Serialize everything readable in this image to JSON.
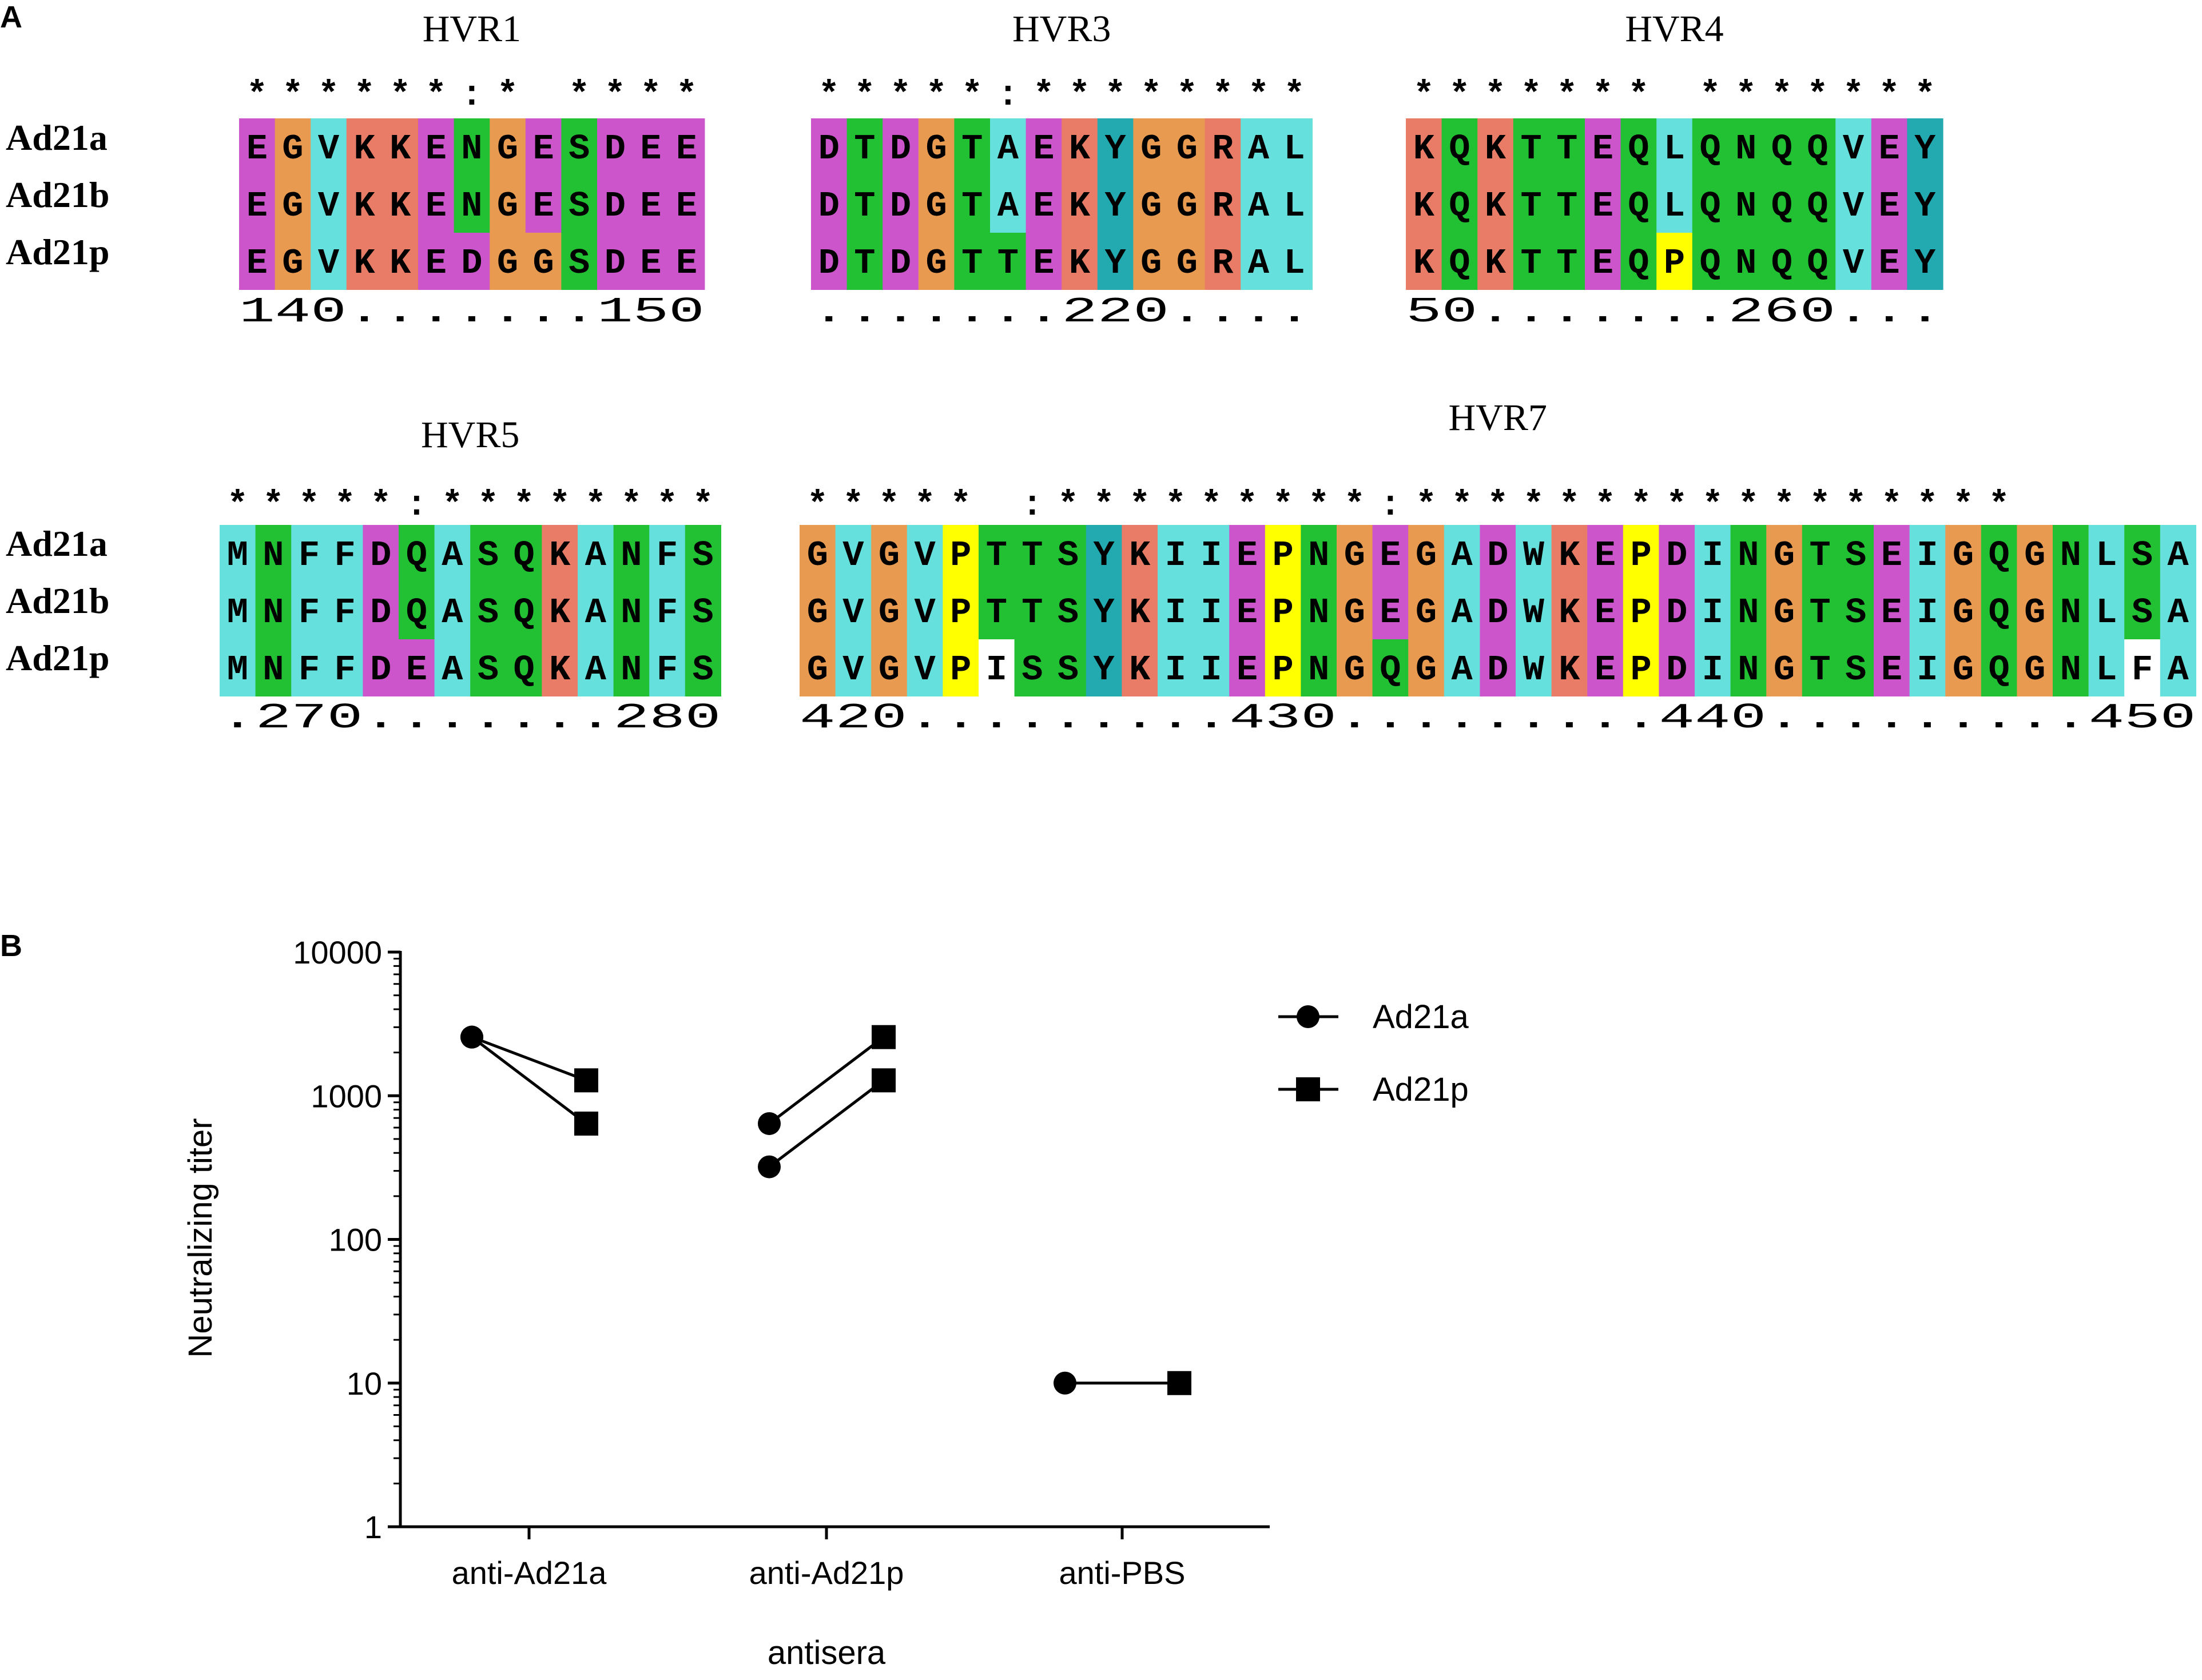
{
  "panel_a": {
    "label": "A",
    "colors": {
      "magenta": "#cc55cc",
      "orange": "#e89a50",
      "cyan": "#66e0dc",
      "salmon": "#e87c66",
      "green": "#22c033",
      "teal": "#22aab0",
      "yellow": "#ffff00",
      "white": "#ffffff"
    },
    "blocks": [
      {
        "title": "HVR1",
        "conservation": "******:* ****",
        "ruler": "140.......150",
        "rows": [
          {
            "name": "Ad21a",
            "seq": "EGVKKENGESDEE"
          },
          {
            "name": "Ad21b",
            "seq": "EGVKKENGESDEE"
          },
          {
            "name": "Ad21p",
            "seq": "EGVKKEDGGSDEE"
          }
        ]
      },
      {
        "title": "HVR3",
        "conservation": "*****:********",
        "ruler": ".......220....",
        "rows": [
          {
            "name": "Ad21a",
            "seq": "DTDGTAEKYGGRAL"
          },
          {
            "name": "Ad21b",
            "seq": "DTDGTAEKYGGRAL"
          },
          {
            "name": "Ad21p",
            "seq": "DTDGTTEKYGGRAL"
          }
        ]
      },
      {
        "title": "HVR4",
        "conservation": "******* *******",
        "ruler": "50.......260...",
        "rows": [
          {
            "name": "Ad21a",
            "seq": "KQKTTEQLQNQQVEY"
          },
          {
            "name": "Ad21b",
            "seq": "KQKTTEQLQNQQVEY"
          },
          {
            "name": "Ad21p",
            "seq": "KQKTTEQPQNQQVEY"
          }
        ]
      },
      {
        "title": "HVR5",
        "conservation": "*****:********",
        "ruler": ".270.......280",
        "rows": [
          {
            "name": "Ad21a",
            "seq": "MNFFDQASQKANFS"
          },
          {
            "name": "Ad21b",
            "seq": "MNFFDQASQKANFS"
          },
          {
            "name": "Ad21p",
            "seq": "MNFFDEASQKANFS"
          }
        ]
      },
      {
        "title": "HVR7",
        "conservation": "***** :*********:*****************",
        "ruler": "420.........430.........440.........450......",
        "rows": [
          {
            "name": "Ad21a",
            "seq": "GVGVPTTSYKIIEPNGEGADWKEPDINGTSEIGQGNLSA"
          },
          {
            "name": "Ad21b",
            "seq": "GVGVPTTSYKIIEPNGEGADWKEPDINGTSEIGQGNLSA"
          },
          {
            "name": "Ad21p",
            "seq": "GVGVPISSYKIIEPNGQGADWKEPDINGTSEIGQGNLFA"
          }
        ]
      }
    ]
  },
  "chart_data": {
    "type": "scatter",
    "panel_label": "B",
    "xlabel": "antisera",
    "ylabel": "Neutralizing titer",
    "yscale": "log",
    "ylim": [
      1,
      10000
    ],
    "yticks": [
      "1",
      "10",
      "100",
      "1000",
      "10000"
    ],
    "categories": [
      "anti-Ad21a",
      "anti-Ad21p",
      "anti-PBS"
    ],
    "legend_position": "top-right",
    "series": [
      {
        "name": "Ad21a",
        "marker": "circle"
      },
      {
        "name": "Ad21p",
        "marker": "square"
      }
    ],
    "pairs": [
      {
        "group": "anti-Ad21a",
        "Ad21a": 2560,
        "Ad21p": 1280
      },
      {
        "group": "anti-Ad21a",
        "Ad21a": 2560,
        "Ad21p": 640
      },
      {
        "group": "anti-Ad21p",
        "Ad21a": 640,
        "Ad21p": 2560
      },
      {
        "group": "anti-Ad21p",
        "Ad21a": 320,
        "Ad21p": 1280
      },
      {
        "group": "anti-PBS",
        "Ad21a": 10,
        "Ad21p": 10
      }
    ]
  }
}
